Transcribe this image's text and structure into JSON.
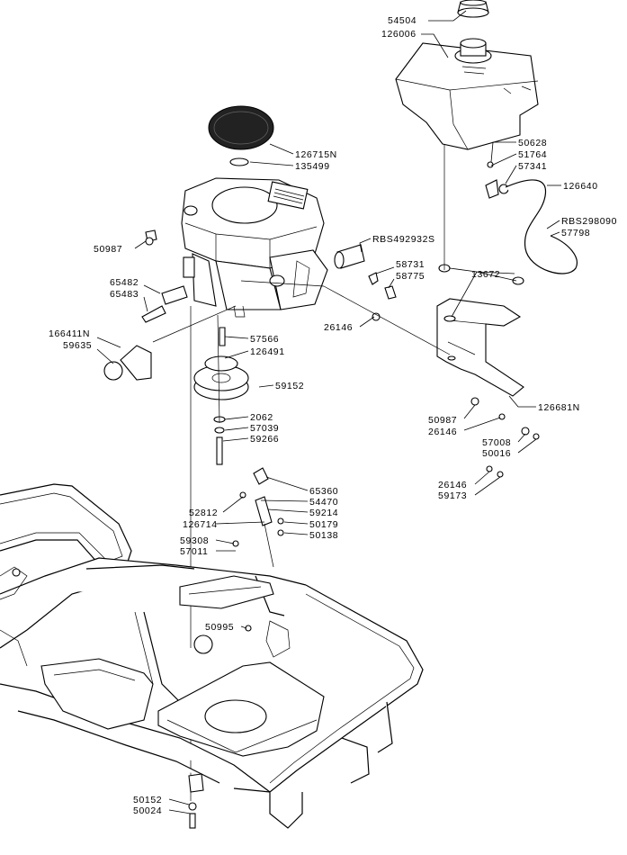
{
  "labels": [
    {
      "id": "p54504",
      "text": "54504"
    },
    {
      "id": "p126006",
      "text": "126006"
    },
    {
      "id": "p126715N",
      "text": "126715N"
    },
    {
      "id": "p135499",
      "text": "135499"
    },
    {
      "id": "p50628",
      "text": "50628"
    },
    {
      "id": "p51764",
      "text": "51764"
    },
    {
      "id": "p57341",
      "text": "57341"
    },
    {
      "id": "p126640",
      "text": "126640"
    },
    {
      "id": "pRBS298090",
      "text": "RBS298090"
    },
    {
      "id": "p57798",
      "text": "57798"
    },
    {
      "id": "p50987a",
      "text": "50987"
    },
    {
      "id": "pRBS492932S",
      "text": "RBS492932S"
    },
    {
      "id": "p58731",
      "text": "58731"
    },
    {
      "id": "p58775",
      "text": "58775"
    },
    {
      "id": "p13672",
      "text": "13672"
    },
    {
      "id": "p65482",
      "text": "65482"
    },
    {
      "id": "p65483",
      "text": "65483"
    },
    {
      "id": "p26146a",
      "text": "26146"
    },
    {
      "id": "p166411N",
      "text": "166411N"
    },
    {
      "id": "p59635",
      "text": "59635"
    },
    {
      "id": "p57566",
      "text": "57566"
    },
    {
      "id": "p126491",
      "text": "126491"
    },
    {
      "id": "p59152",
      "text": "59152"
    },
    {
      "id": "p126681N",
      "text": "126681N"
    },
    {
      "id": "p50987b",
      "text": "50987"
    },
    {
      "id": "p26146b",
      "text": "26146"
    },
    {
      "id": "p2062",
      "text": "2062"
    },
    {
      "id": "p57039",
      "text": "57039"
    },
    {
      "id": "p59266",
      "text": "59266"
    },
    {
      "id": "p57008",
      "text": "57008"
    },
    {
      "id": "p50016",
      "text": "50016"
    },
    {
      "id": "p26146c",
      "text": "26146"
    },
    {
      "id": "p59173",
      "text": "59173"
    },
    {
      "id": "p65360",
      "text": "65360"
    },
    {
      "id": "p52812",
      "text": "52812"
    },
    {
      "id": "p54470",
      "text": "54470"
    },
    {
      "id": "p59214",
      "text": "59214"
    },
    {
      "id": "p126714",
      "text": "126714"
    },
    {
      "id": "p50179",
      "text": "50179"
    },
    {
      "id": "p50138",
      "text": "50138"
    },
    {
      "id": "p59308",
      "text": "59308"
    },
    {
      "id": "p57011",
      "text": "57011"
    },
    {
      "id": "p50995",
      "text": "50995"
    },
    {
      "id": "p50152",
      "text": "50152"
    },
    {
      "id": "p50024",
      "text": "50024"
    }
  ]
}
